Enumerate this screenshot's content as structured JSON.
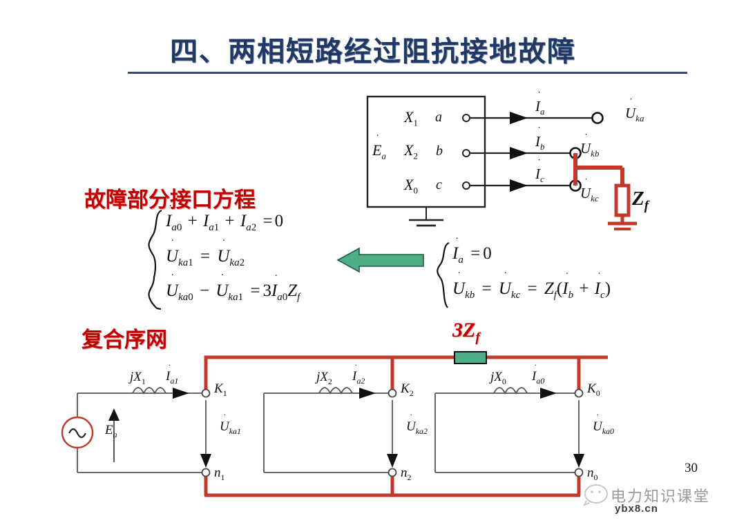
{
  "slide": {
    "title": "四、两相短路经过阻抗接地故障",
    "page_number": "30",
    "title_color": "#1F3864",
    "accent_red": "#C00000",
    "wire_red": "#C0392B",
    "arrow_green": "#4FAE86",
    "block_green": "#4FAE86"
  },
  "top_circuit": {
    "box_rows": [
      {
        "reactance": "X",
        "reactance_sub": "1",
        "phase": "a"
      },
      {
        "reactance": "X",
        "reactance_sub": "2",
        "phase": "b"
      },
      {
        "reactance": "X",
        "reactance_sub": "0",
        "phase": "c"
      }
    ],
    "source_label": "E",
    "source_sub": "a",
    "currents": [
      {
        "symbol": "I",
        "sub": "a"
      },
      {
        "symbol": "I",
        "sub": "b"
      },
      {
        "symbol": "I",
        "sub": "c"
      }
    ],
    "voltages": [
      {
        "symbol": "U",
        "sub": "ka"
      },
      {
        "symbol": "U",
        "sub": "kb"
      },
      {
        "symbol": "U",
        "sub": "kc"
      }
    ],
    "fault_impedance": "Z",
    "fault_impedance_sub": "f"
  },
  "left_block": {
    "heading": "故障部分接口方程",
    "equations": [
      "İ a0 + İ a1 + İ a2 = 0",
      "U̇ ka1 = U̇ ka2",
      "U̇ ka0 − U̇ ka1 = 3 İ a0 Z f"
    ]
  },
  "right_block": {
    "equations": [
      "İ a = 0",
      "U̇ kb = U̇ kc = Z f ( İ b + İ c )"
    ],
    "arrow": "left-arrow"
  },
  "sequence_network": {
    "heading": "复合序网",
    "fault_branch_label": "3Z",
    "fault_branch_sub": "f",
    "sections": [
      {
        "reactance": "jX",
        "reactance_sub": "1",
        "current": "I",
        "current_sub": "a1",
        "node_top": "K",
        "node_top_sub": "1",
        "voltage": "U",
        "voltage_sub": "ka1",
        "node_bottom": "n",
        "node_bottom_sub": "1",
        "source": "E",
        "source_sub": "a"
      },
      {
        "reactance": "jX",
        "reactance_sub": "2",
        "current": "I",
        "current_sub": "a2",
        "node_top": "K",
        "node_top_sub": "2",
        "voltage": "U",
        "voltage_sub": "ka2",
        "node_bottom": "n",
        "node_bottom_sub": "2"
      },
      {
        "reactance": "jX",
        "reactance_sub": "0",
        "current": "I",
        "current_sub": "a0",
        "node_top": "K",
        "node_top_sub": "0",
        "voltage": "U",
        "voltage_sub": "ka0",
        "node_bottom": "n",
        "node_bottom_sub": "0"
      }
    ]
  },
  "watermark": {
    "name": "电力知识课堂",
    "site": "ybx8.cn"
  }
}
